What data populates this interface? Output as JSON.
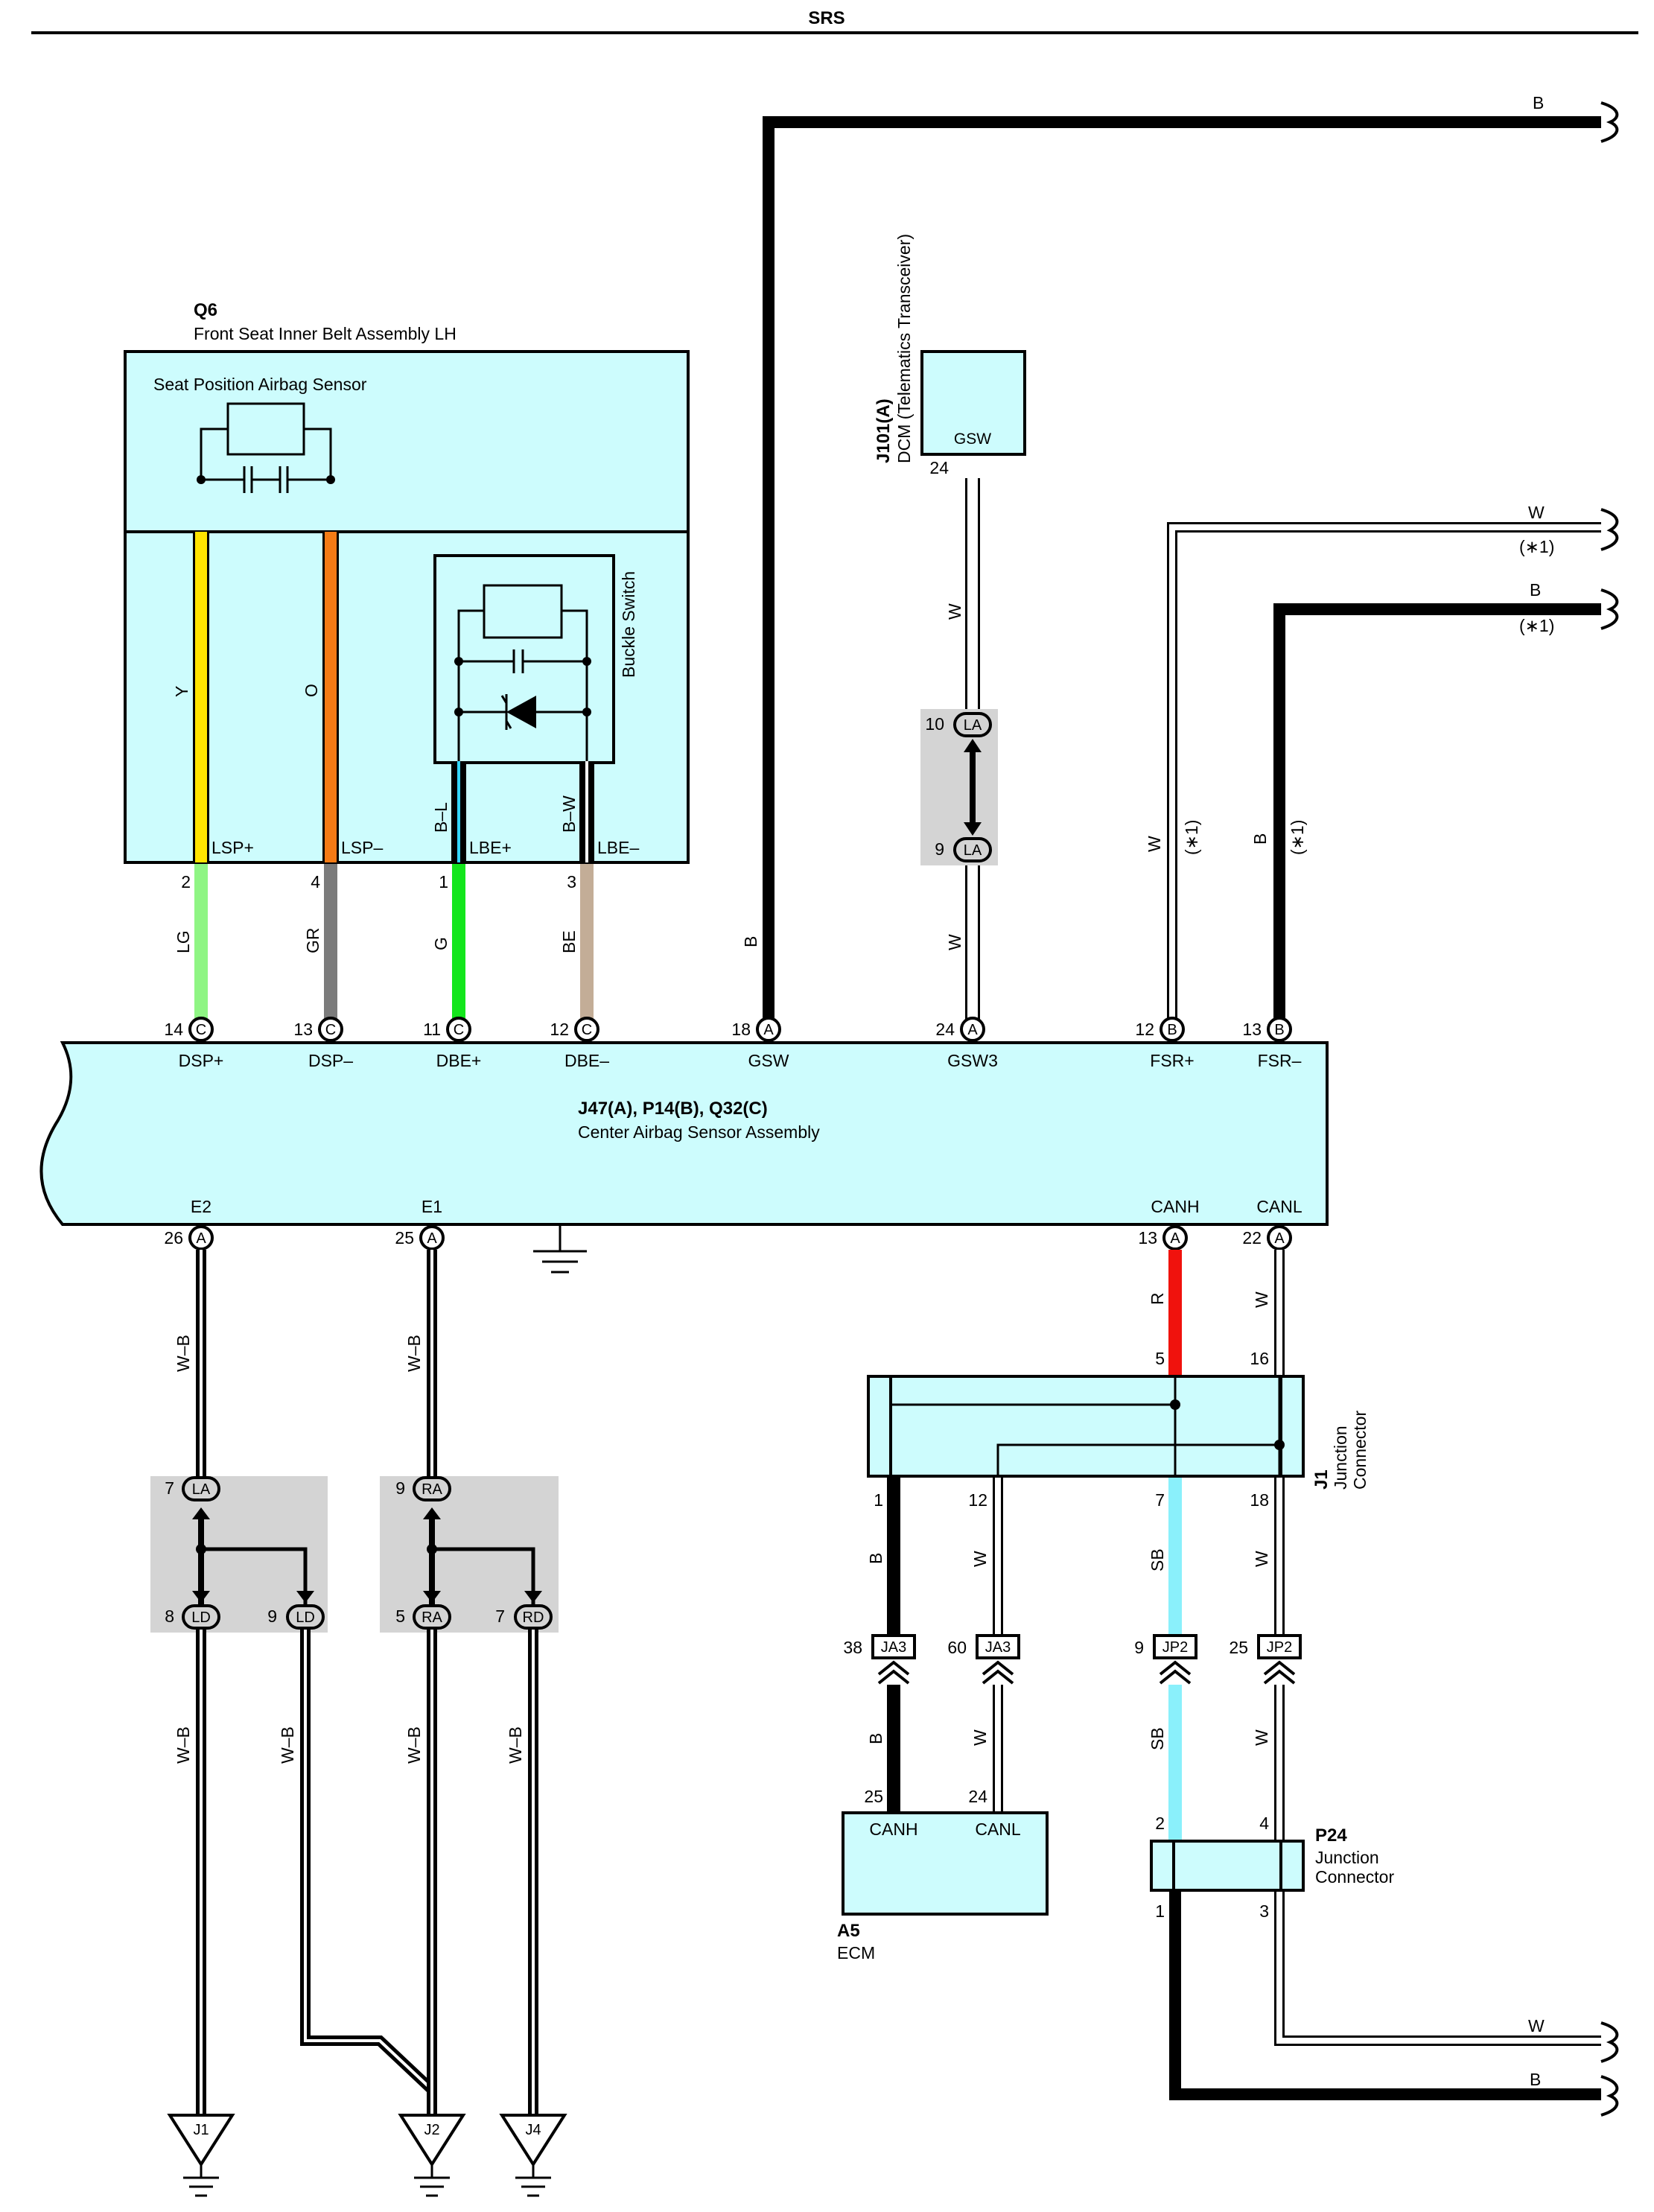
{
  "title": "SRS",
  "q6": {
    "code": "Q6",
    "name": "Front Seat Inner Belt Assembly LH",
    "sensor": "Seat Position Airbag Sensor",
    "buckle": "Buckle Switch",
    "pins": {
      "lspp": "LSP+",
      "lspm": "LSP–",
      "lbep": "LBE+",
      "lbem": "LBE–"
    }
  },
  "j101": {
    "code": "J101(A)",
    "name": "DCM (Telematics Transceiver)",
    "pin_label": "GSW",
    "pin": "24"
  },
  "center": {
    "code": "J47(A), P14(B), Q32(C)",
    "name": "Center Airbag Sensor Assembly",
    "top_pins": [
      "DSP+",
      "DSP–",
      "DBE+",
      "DBE–",
      "GSW",
      "GSW3",
      "FSR+",
      "FSR–"
    ],
    "top_nums": [
      "14",
      "13",
      "11",
      "12",
      "18",
      "24",
      "12",
      "13"
    ],
    "top_conn": [
      "C",
      "C",
      "C",
      "C",
      "A",
      "A",
      "B",
      "B"
    ],
    "bottom_pins": [
      "E2",
      "E1",
      "CANH",
      "CANL"
    ],
    "bottom_nums": [
      "26",
      "25",
      "13",
      "22"
    ],
    "bottom_conn": [
      "A",
      "A",
      "A",
      "A"
    ]
  },
  "wires": {
    "q6_top": [
      "Y",
      "O",
      "B–L",
      "B–W"
    ],
    "q6_pin_nums": [
      "2",
      "4",
      "1",
      "3"
    ],
    "q6_bottom": [
      "LG",
      "GR",
      "G",
      "BE"
    ],
    "gsw": "B",
    "gsw_top": "B",
    "dcm_upper": "W",
    "dcm_lower": "W",
    "fsr_w": "W",
    "fsr_b": "B",
    "fsr_note": "(∗1)",
    "e2": "W–B",
    "e1": "W–B",
    "canh": "R",
    "canl": "W",
    "j1_out": [
      "B",
      "W",
      "SB",
      "W"
    ],
    "lower": [
      "B",
      "W",
      "SB",
      "W"
    ],
    "ground_wires": [
      "W–B",
      "W–B",
      "W–B",
      "W–B"
    ],
    "p24_w": "W",
    "p24_b": "B"
  },
  "splices": {
    "la_top": "LA",
    "la_bottom": "LA",
    "la_top_num": "10",
    "la_bottom_num": "9",
    "left": {
      "top": "LA",
      "top_num": "7",
      "b1": "LD",
      "b1_num": "8",
      "b2": "LD",
      "b2_num": "9"
    },
    "right": {
      "top": "RA",
      "top_num": "9",
      "b1": "RA",
      "b1_num": "5",
      "b2": "RD",
      "b2_num": "7"
    }
  },
  "j1": {
    "code": "J1",
    "name1": "Junction",
    "name2": "Connector",
    "in_nums": [
      "5",
      "16"
    ],
    "out_nums": [
      "1",
      "12",
      "7",
      "18"
    ]
  },
  "connectors": {
    "labels": [
      "JA3",
      "JA3",
      "JP2",
      "JP2"
    ],
    "nums": [
      "38",
      "60",
      "9",
      "25"
    ]
  },
  "ecm": {
    "code": "A5",
    "name": "ECM",
    "pin1": "CANH",
    "pin2": "CANL",
    "num1": "25",
    "num2": "24"
  },
  "p24": {
    "code": "P24",
    "name1": "Junction",
    "name2": "Connector",
    "in_nums": [
      "2",
      "4"
    ],
    "out_nums": [
      "1",
      "3"
    ]
  },
  "grounds": [
    "J1",
    "J2",
    "J4"
  ],
  "colors": {
    "panel": "#cdfcfd",
    "Y": "#ffe400",
    "O": "#f47b15",
    "LG": "#8ff584",
    "GR": "#7b7b7b",
    "G": "#13e61c",
    "BE": "#c3ad97",
    "R": "#f0120d",
    "SB": "#8af0fb",
    "L": "#34d6ff",
    "splice": "#d4d4d4"
  }
}
